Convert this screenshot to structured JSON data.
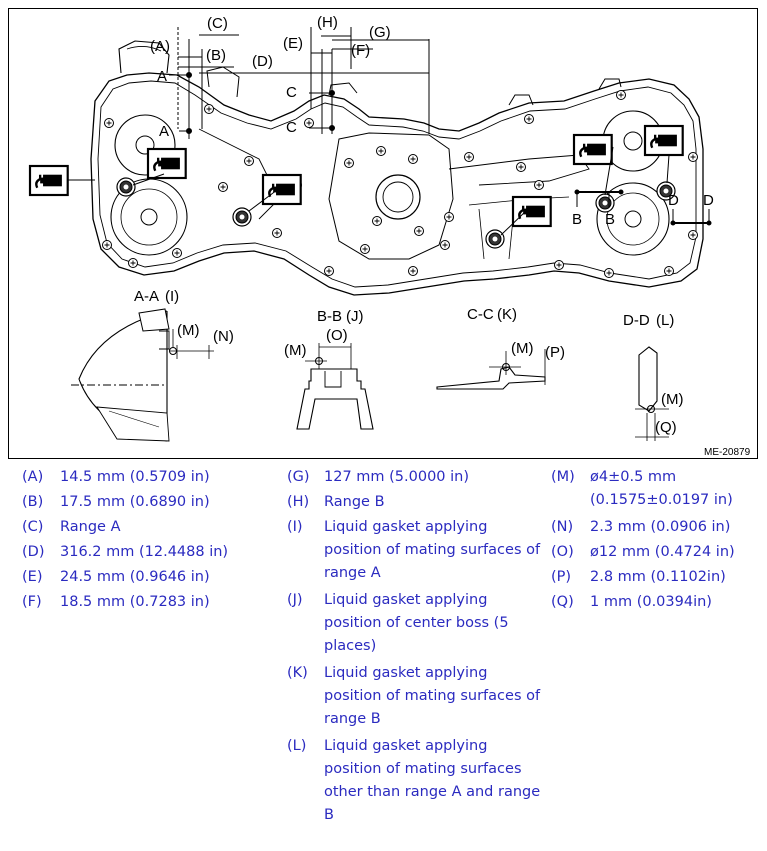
{
  "diagram": {
    "labels": {
      "A": "(A)",
      "B": "(B)",
      "C": "(C)",
      "D": "(D)",
      "E": "(E)",
      "F": "(F)",
      "G": "(G)",
      "H": "(H)",
      "I": "(I)",
      "J": "(J)",
      "K": "(K)",
      "L": "(L)",
      "M": "(M)",
      "N": "(N)",
      "O": "(O)",
      "P": "(P)",
      "Q": "(Q)"
    },
    "section_marks": {
      "a": "A",
      "b": "B",
      "c": "C",
      "d": "D"
    },
    "section_titles": {
      "aa": "A-A",
      "bb": "B-B",
      "cc": "C-C",
      "dd": "D-D"
    },
    "figure_code": "ME-20879"
  },
  "legend": {
    "col1": [
      {
        "key": "(A)",
        "lines": [
          "14.5 mm (0.5709 in)"
        ]
      },
      {
        "key": "(B)",
        "lines": [
          "17.5 mm (0.6890 in)"
        ]
      },
      {
        "key": "(C)",
        "lines": [
          "Range A"
        ]
      },
      {
        "key": "(D)",
        "lines": [
          "316.2 mm (12.4488 in)"
        ]
      },
      {
        "key": "(E)",
        "lines": [
          "24.5 mm (0.9646 in)"
        ]
      },
      {
        "key": "(F)",
        "lines": [
          "18.5 mm (0.7283 in)"
        ]
      }
    ],
    "col2": [
      {
        "key": "(G)",
        "lines": [
          "127 mm (5.0000 in)"
        ]
      },
      {
        "key": "(H)",
        "lines": [
          "Range B"
        ]
      },
      {
        "key": "(I)",
        "lines": [
          "Liquid gasket applying",
          "position of mating surfaces of",
          "range A"
        ]
      },
      {
        "key": "(J)",
        "lines": [
          "Liquid gasket applying",
          "position of center boss (5",
          "places)"
        ]
      },
      {
        "key": "(K)",
        "lines": [
          "Liquid gasket applying",
          "position of mating surfaces of",
          "range B"
        ]
      },
      {
        "key": "(L)",
        "lines": [
          "Liquid gasket applying",
          "position of mating surfaces",
          "other than range A and range",
          "B"
        ]
      }
    ],
    "col3": [
      {
        "key": "(M)",
        "lines": [
          "ø4±0.5 mm",
          "(0.1575±0.0197 in)"
        ]
      },
      {
        "key": "(N)",
        "lines": [
          "2.3 mm (0.0906 in)"
        ]
      },
      {
        "key": "(O)",
        "lines": [
          "ø12 mm (0.4724 in)"
        ]
      },
      {
        "key": "(P)",
        "lines": [
          "2.8 mm (0.1102in)"
        ]
      },
      {
        "key": "(Q)",
        "lines": [
          "1 mm (0.0394in)"
        ]
      }
    ]
  }
}
